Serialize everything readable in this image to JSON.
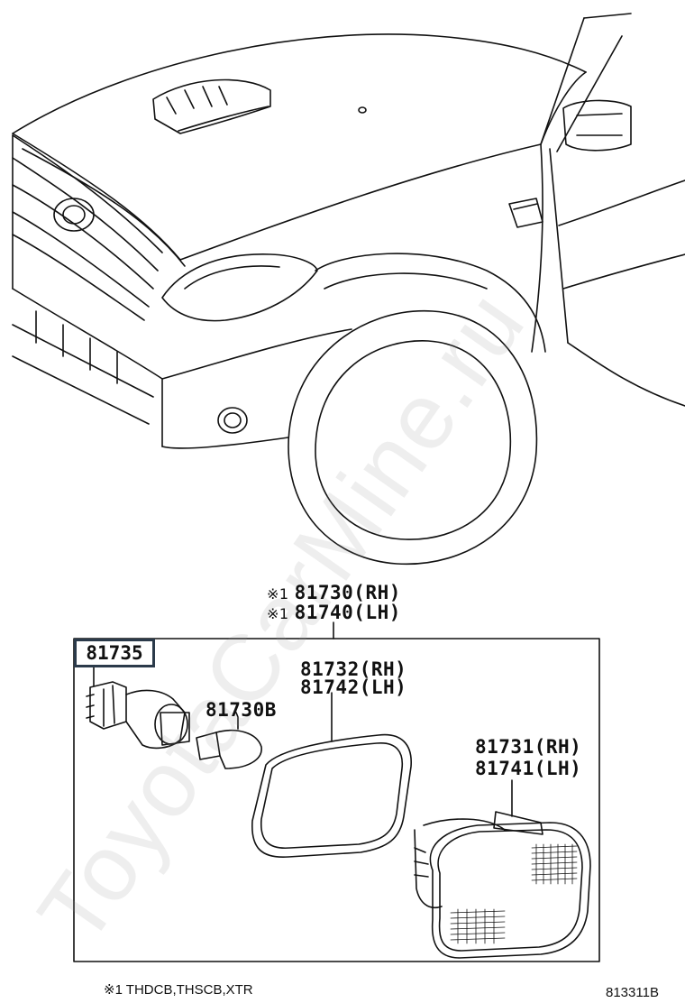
{
  "watermark": "ToyotaCarMine.ru",
  "callouts": {
    "assembly_note": "※1",
    "assembly_rh": "81730(RH)",
    "assembly_lh": "81740(LH)",
    "socket": "81735",
    "bulb": "81730B",
    "gasket_rh": "81732(RH)",
    "gasket_lh": "81742(LH)",
    "lens_rh": "81731(RH)",
    "lens_lh": "81741(LH)"
  },
  "footer": {
    "note": "※1 THDCB,THSCB,XTR",
    "figure_id": "813311B"
  }
}
